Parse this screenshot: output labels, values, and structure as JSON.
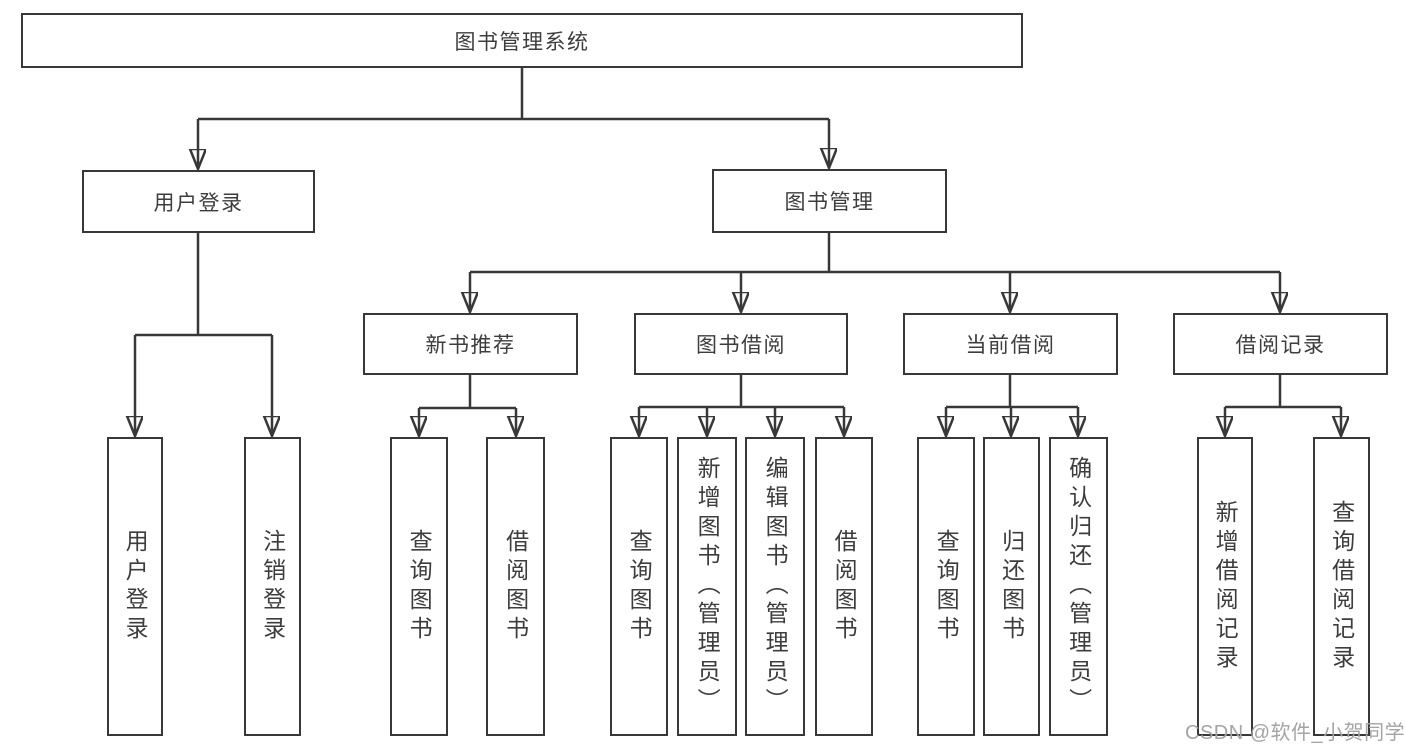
{
  "watermark": "CSDN @软件_小贺同学",
  "colors": {
    "line": "#383838",
    "text": "#3d3d3d",
    "box_background": "#ffffff",
    "watermark": "#a4a4a4"
  },
  "tree": {
    "label": "图书管理系统",
    "children": [
      {
        "label": "用户登录",
        "children": [
          {
            "label": "用户登录"
          },
          {
            "label": "注销登录"
          }
        ]
      },
      {
        "label": "图书管理",
        "children": [
          {
            "label": "新书推荐",
            "children": [
              {
                "label": "查询图书"
              },
              {
                "label": "借阅图书"
              }
            ]
          },
          {
            "label": "图书借阅",
            "children": [
              {
                "label": "查询图书"
              },
              {
                "label": "新增图书（管理员）"
              },
              {
                "label": "编辑图书（管理员）"
              },
              {
                "label": "借阅图书"
              }
            ]
          },
          {
            "label": "当前借阅",
            "children": [
              {
                "label": "查询图书"
              },
              {
                "label": "归还图书"
              },
              {
                "label": "确认归还（管理员）"
              }
            ]
          },
          {
            "label": "借阅记录",
            "children": [
              {
                "label": "新增借阅记录"
              },
              {
                "label": "查询借阅记录"
              }
            ]
          }
        ]
      }
    ]
  }
}
